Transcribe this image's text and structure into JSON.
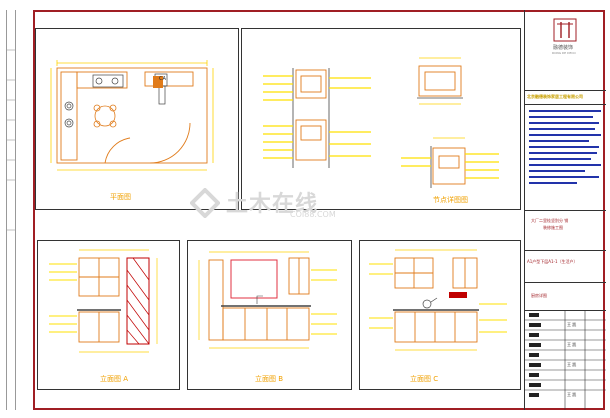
{
  "title_block": {
    "logo_label": "融德装饰",
    "logo_sub": "RONG DE DECO",
    "company": "北京融德装饰家居工程有限公司",
    "project_line1": "大厂二里桂坚别分 销",
    "project_line2": "装修施工图",
    "sheet_name": "A1户型下层A1-1（生活户）",
    "drawing_title": "厨房详图",
    "stamp_labels": [
      "王 凯",
      "王 凯",
      "王 凯",
      "王 凯"
    ]
  },
  "panels": {
    "plan_caption": "平面图",
    "details_caption": "节点详图图",
    "elev_a_caption": "立面图 A",
    "elev_b_caption": "立面图 B",
    "elev_c_caption": "立面图 C"
  },
  "plan": {
    "appliance_label": "CA"
  },
  "watermark": {
    "text": "土木在线",
    "url": "COI88.COM"
  },
  "colors": {
    "frame": "#a01e24",
    "cabinet": "#e07b1a",
    "dimension": "#ffd200",
    "annotation": "#ffe100",
    "hatch": "#c00000",
    "stone": "#444444",
    "tb_blue": "#2233aa"
  }
}
